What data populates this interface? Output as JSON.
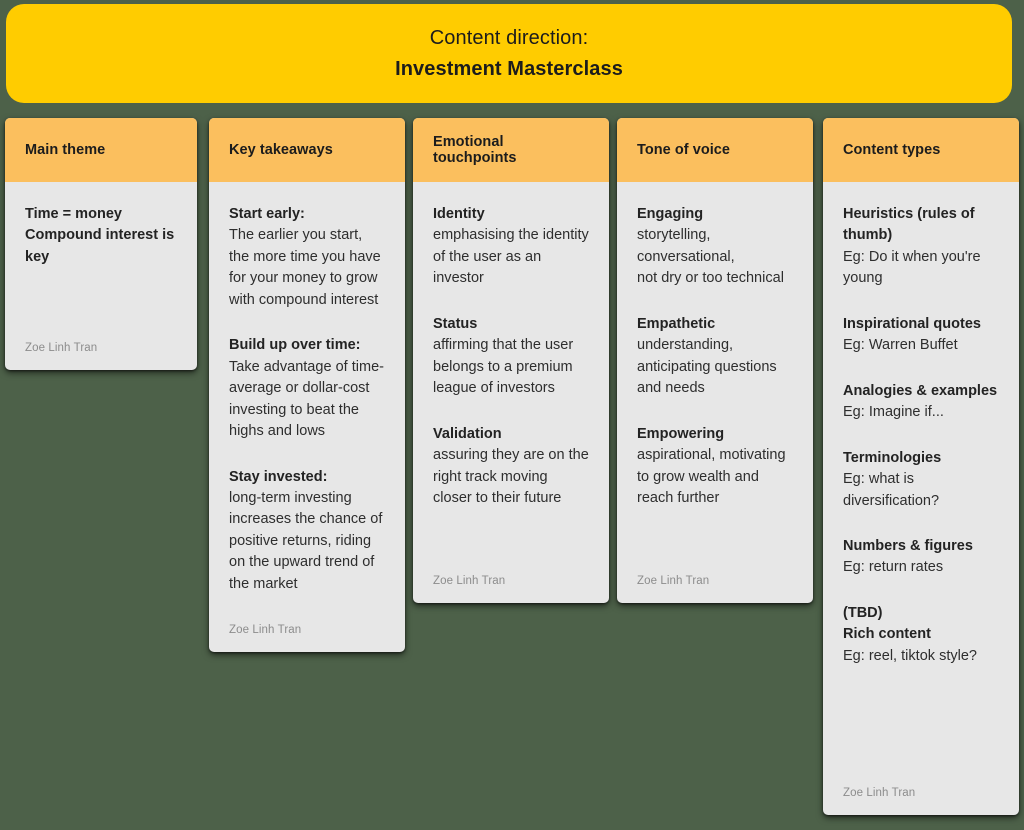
{
  "banner": {
    "eyebrow": "Content direction:",
    "title": "Investment Masterclass",
    "background_color": "#FFCC00"
  },
  "theme": {
    "page_background": "#4d6149",
    "card_header_color": "#FBBF5E",
    "card_body_color": "#e7e7e7",
    "author_text_color": "#8c8c8c"
  },
  "author": "Zoe Linh Tran",
  "columns": [
    {
      "header": "Main theme",
      "footer": "Zoe Linh Tran",
      "blocks": [
        {
          "title": "Time = money\nCompound interest is key",
          "text": ""
        }
      ]
    },
    {
      "header": "Key takeaways",
      "footer": "Zoe Linh Tran",
      "blocks": [
        {
          "title": "Start early:",
          "text": "The earlier you start, the more time you have for your money to grow with compound interest"
        },
        {
          "title": "Build up over time:",
          "text": "Take advantage of time-average or dollar-cost investing to beat the highs and lows"
        },
        {
          "title": "Stay invested:",
          "text": "long-term investing increases the chance of positive returns, riding on the upward trend of the market"
        }
      ]
    },
    {
      "header": "Emotional touchpoints",
      "footer": "Zoe Linh Tran",
      "blocks": [
        {
          "title": "Identity",
          "text": "emphasising the identity of the user as an investor"
        },
        {
          "title": "Status",
          "text": "affirming that the user belongs to a premium league of investors"
        },
        {
          "title": "Validation",
          "text": "assuring they are on the right track moving closer to their future"
        }
      ]
    },
    {
      "header": "Tone of voice",
      "footer": "Zoe Linh Tran",
      "blocks": [
        {
          "title": "Engaging",
          "text": "storytelling,\nconversational,\nnot dry or too technical"
        },
        {
          "title": "Empathetic",
          "text": "understanding, anticipating questions and needs"
        },
        {
          "title": "Empowering",
          "text": "aspirational, motivating to grow wealth and reach further"
        }
      ]
    },
    {
      "header": "Content types",
      "footer": "Zoe Linh Tran",
      "blocks": [
        {
          "title": "Heuristics (rules of thumb)",
          "text": "Eg: Do it when you're young"
        },
        {
          "title": "Inspirational quotes",
          "text": "Eg: Warren Buffet"
        },
        {
          "title": "Analogies & examples",
          "text": "Eg: Imagine if..."
        },
        {
          "title": "Terminologies",
          "text": "Eg: what is diversification?"
        },
        {
          "title": "Numbers & figures",
          "text": "Eg: return rates"
        },
        {
          "title": "(TBD)\nRich content",
          "text": "Eg: reel, tiktok style?"
        }
      ]
    }
  ]
}
